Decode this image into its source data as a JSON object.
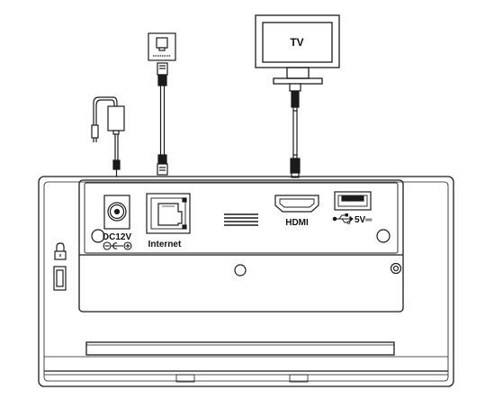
{
  "tv": {
    "label": "TV"
  },
  "ports": {
    "dc_label": "DC12V",
    "internet_label": "Internet",
    "hdmi_label": "HDMI",
    "usb_label": "5V═"
  },
  "colors": {
    "line": "#1a1a1a",
    "background": "#ffffff"
  }
}
